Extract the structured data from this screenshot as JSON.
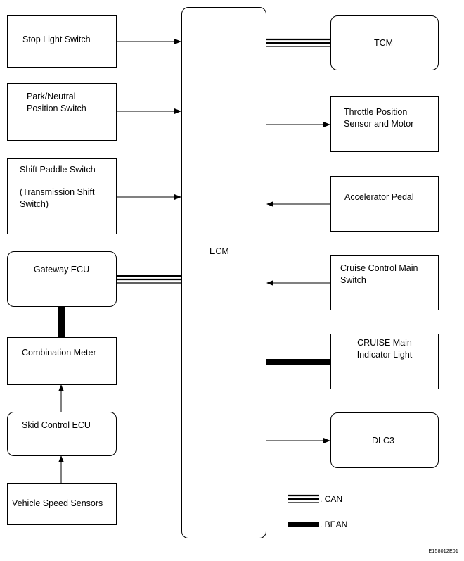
{
  "components": {
    "stop_light_switch": "Stop Light Switch",
    "park_neutral_line1": "Park/Neutral",
    "park_neutral_line2": "Position Switch",
    "shift_paddle_line1": "Shift Paddle Switch",
    "shift_paddle_line2": "(Transmission Shift",
    "shift_paddle_line3": "Switch)",
    "gateway_ecu": "Gateway ECU",
    "combination_meter": "Combination Meter",
    "skid_control_ecu": "Skid Control ECU",
    "vehicle_speed_sensors": "Vehicle Speed Sensors",
    "ecm": "ECM",
    "tcm": "TCM",
    "throttle_line1": "Throttle Position",
    "throttle_line2": "Sensor and Motor",
    "accelerator_pedal": "Accelerator Pedal",
    "cruise_switch_line1": "Cruise Control Main",
    "cruise_switch_line2": "Switch",
    "cruise_light_line1": "CRUISE Main",
    "cruise_light_line2": "Indicator Light",
    "dlc3": "DLC3"
  },
  "legend": {
    "can": ". CAN",
    "bean": ". BEAN"
  },
  "figure_code": "E158012E01"
}
